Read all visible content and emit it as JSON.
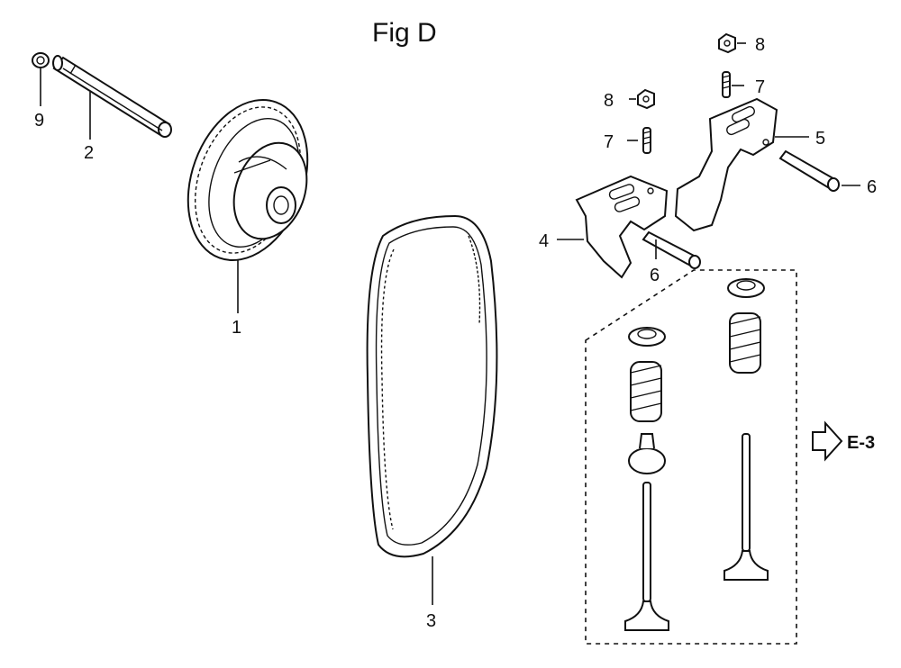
{
  "figure": {
    "title": "Fig D"
  },
  "callouts": {
    "c9": "9",
    "c2": "2",
    "c1": "1",
    "c3": "3",
    "c8a": "8",
    "c7a": "7",
    "c8b": "8",
    "c7b": "7",
    "c5": "5",
    "c6a": "6",
    "c4": "4",
    "c6b": "6"
  },
  "reference": {
    "label": "E-3",
    "icon": "arrow-right-outline-icon"
  }
}
